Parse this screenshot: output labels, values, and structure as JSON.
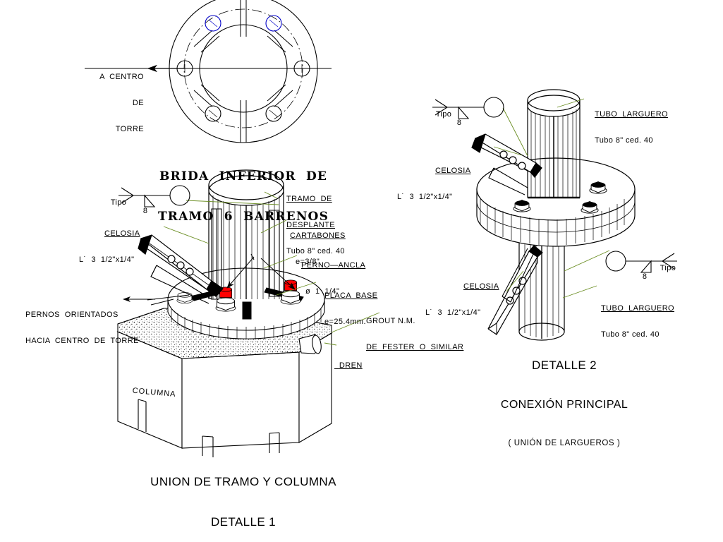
{
  "drawing": {
    "title_flange": [
      "BRIDA  INFERIOR  DE",
      "TRAMO  6  BARRENOS"
    ],
    "detail1_title": [
      "UNION DE TRAMO Y COLUMNA",
      "DETALLE 1"
    ],
    "detail2_title": [
      "DETALLE 2",
      "CONEXIÓN PRINCIPAL",
      "( UNIÓN DE LARGUEROS )"
    ]
  },
  "flange_view": {
    "arrow_note": [
      "A  CENTRO",
      "DE",
      "TORRE"
    ]
  },
  "detail1": {
    "weld_symbol": {
      "tipo": "Tipo",
      "size": "8"
    },
    "celosia": {
      "head": "CELOSIA",
      "spec": "L˙  3  1/2\"x1/4\""
    },
    "tramo": {
      "head": [
        "TRAMO  DE",
        "DESPLANTE"
      ],
      "spec": "Tubo 8\" ced. 40"
    },
    "cartabones": {
      "head": "CARTABONES",
      "spec": "e=3/8\""
    },
    "perno_ancla": {
      "head": "PERNO—ANCLA",
      "spec": "ø  1  1/4\""
    },
    "placa_base": {
      "head": "PLACA  BASE",
      "spec": "e=25.4mm."
    },
    "grout": {
      "head": "GROUT N.M.",
      "spec": "DE  FESTER  O  SIMILAR"
    },
    "pernos_note": [
      "PERNOS  ORIENTADOS",
      "HACIA  CENTRO  DE  TORRE"
    ],
    "dren": "DREN",
    "columna": "COLUMNA"
  },
  "detail2": {
    "weld_symbol_top": {
      "tipo": "Tipo",
      "size": "8"
    },
    "weld_symbol_bottom": {
      "tipo": "Tipo",
      "size": "8"
    },
    "celosia_top": {
      "head": "CELOSIA",
      "spec": "L˙  3  1/2\"x1/4\""
    },
    "celosia_bottom": {
      "head": "CELOSIA",
      "spec": "L˙  3  1/2\"x1/4\""
    },
    "tubo_larguero_top": {
      "head": "TUBO  LARGUERO",
      "spec": "Tubo 8\" ced. 40"
    },
    "tubo_larguero_bottom": {
      "head": "TUBO  LARGUERO",
      "spec": "Tubo 8\" ced. 40"
    }
  },
  "colors": {
    "line": "#000000",
    "leader": "#6b8e23",
    "bolt_cap": "#ff0000",
    "hole_blue": "#0000c8",
    "paper": "#ffffff"
  }
}
